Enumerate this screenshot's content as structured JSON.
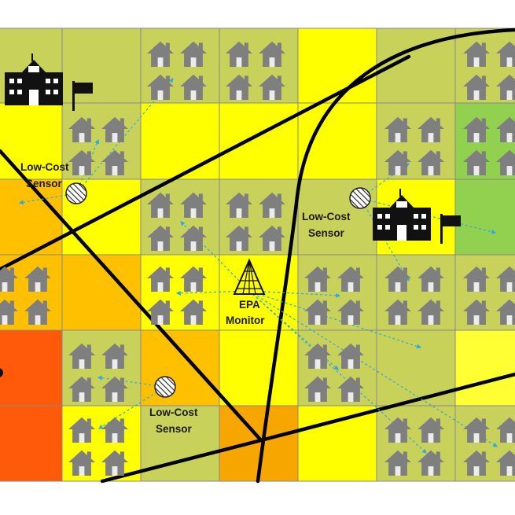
{
  "colors": {
    "green": "#92d050",
    "olive": "#c8d25a",
    "yellow": "#ffff00",
    "light_yellow": "#ffff33",
    "orange": "#ffc000",
    "dark_orange": "#f7a600",
    "red_orange": "#ff5a0a",
    "house": "#7f7f7f",
    "arrow": "#2fa9e0",
    "road": "#000000"
  },
  "grid": {
    "rows": [
      [
        "olive",
        "olive",
        "olive",
        "olive",
        "yellow",
        "olive",
        "olive"
      ],
      [
        "yellow",
        "olive",
        "yellow",
        "yellow",
        "yellow",
        "olive",
        "green"
      ],
      [
        "orange",
        "yellow",
        "olive",
        "olive",
        "olive",
        "yellow",
        "green"
      ],
      [
        "orange",
        "orange",
        "yellow",
        "yellow",
        "olive",
        "olive",
        "olive"
      ],
      [
        "red_orange",
        "olive",
        "orange",
        "yellow",
        "olive",
        "olive",
        "light_yellow"
      ],
      [
        "red_orange",
        "yellow",
        "olive",
        "dark_orange",
        "yellow",
        "olive",
        "olive"
      ]
    ]
  },
  "labels": {
    "sensor_left_1": "Low-Cost",
    "sensor_left_2": "Sensor",
    "sensor_mid_1": "Low-Cost",
    "sensor_mid_2": "Sensor",
    "sensor_bottom_1": "Low-Cost",
    "sensor_bottom_2": "Sensor",
    "epa_1": "EPA",
    "epa_2": "Monitor"
  },
  "icons": {
    "house": "house-icon",
    "school": "school-icon",
    "flag": "flag-icon",
    "sensor": "hatched-circle-sensor-icon",
    "monitor": "triangle-monitor-icon"
  }
}
